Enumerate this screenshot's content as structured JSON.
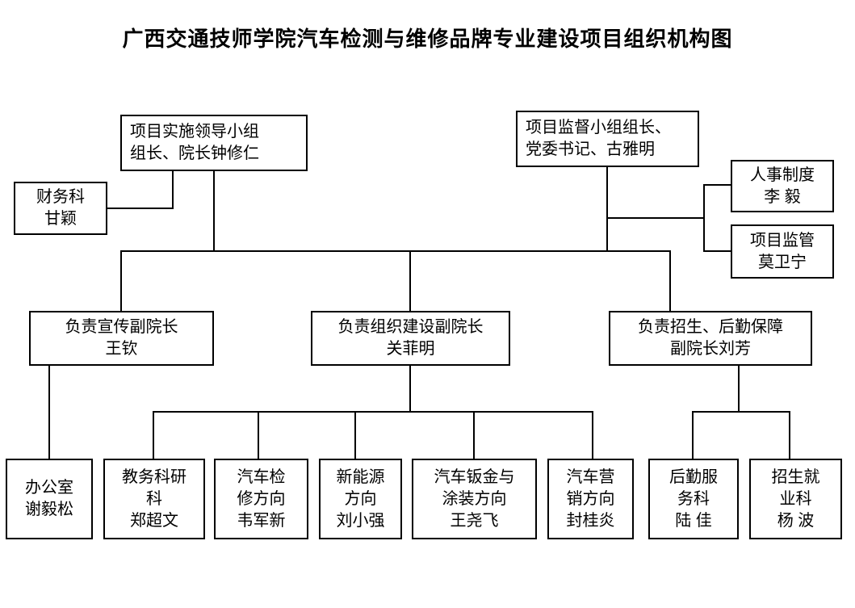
{
  "title": "广西交通技师学院汽车检测与维修品牌专业建设项目组织机构图",
  "colors": {
    "ink": "#000000",
    "background": "#ffffff"
  },
  "chart_data": {
    "type": "org-chart",
    "nodes": {
      "implementation_group": {
        "label": "项目实施领导小组\n组长、院长钟修仁"
      },
      "supervision_group": {
        "label": "项目监督小组组长、\n党委书记、古雅明"
      },
      "finance": {
        "label": "财务科\n甘颖"
      },
      "hr_policy": {
        "label": "人事制度\n李 毅"
      },
      "project_supervision": {
        "label": "项目监管\n莫卫宁"
      },
      "publicity_vp": {
        "label": "负责宣传副院长\n王钦"
      },
      "organization_vp": {
        "label": "负责组织建设副院长\n关菲明"
      },
      "enrollment_logistics_vp": {
        "label": "负责招生、后勤保障\n副院长刘芳"
      },
      "office": {
        "label": "办公室\n谢毅松"
      },
      "academic_research": {
        "label": "教务科研\n科\n郑超文"
      },
      "vehicle_maintenance": {
        "label": "汽车检\n修方向\n韦军新"
      },
      "new_energy": {
        "label": "新能源\n方向\n刘小强"
      },
      "body_paint": {
        "label": "汽车钣金与\n涂装方向\n王尧飞"
      },
      "marketing": {
        "label": "汽车营\n销方向\n封桂炎"
      },
      "logistics_service": {
        "label": "后勤服\n务科\n陆 佳"
      },
      "enrollment_employment": {
        "label": "招生就\n业科\n杨 波"
      }
    },
    "edges": [
      {
        "from": "implementation_group",
        "to": "finance"
      },
      {
        "from": "implementation_group",
        "to": "publicity_vp"
      },
      {
        "from": "implementation_group",
        "to": "organization_vp"
      },
      {
        "from": "implementation_group",
        "to": "enrollment_logistics_vp"
      },
      {
        "from": "supervision_group",
        "to": "hr_policy"
      },
      {
        "from": "supervision_group",
        "to": "project_supervision"
      },
      {
        "from": "supervision_group",
        "to": "publicity_vp"
      },
      {
        "from": "supervision_group",
        "to": "organization_vp"
      },
      {
        "from": "supervision_group",
        "to": "enrollment_logistics_vp"
      },
      {
        "from": "publicity_vp",
        "to": "office"
      },
      {
        "from": "organization_vp",
        "to": "academic_research"
      },
      {
        "from": "organization_vp",
        "to": "vehicle_maintenance"
      },
      {
        "from": "organization_vp",
        "to": "new_energy"
      },
      {
        "from": "organization_vp",
        "to": "body_paint"
      },
      {
        "from": "organization_vp",
        "to": "marketing"
      },
      {
        "from": "enrollment_logistics_vp",
        "to": "logistics_service"
      },
      {
        "from": "enrollment_logistics_vp",
        "to": "enrollment_employment"
      }
    ]
  }
}
